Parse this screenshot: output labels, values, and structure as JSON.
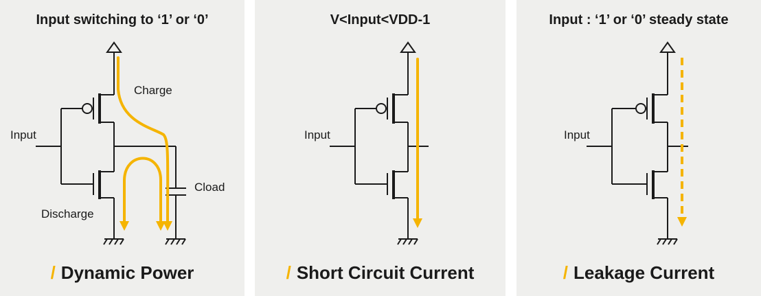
{
  "accent_color": "#f5b400",
  "wire_color": "#1a1a1a",
  "panels": [
    {
      "title": "Input switching to ‘1’ or ‘0’",
      "labels": {
        "input": "Input",
        "charge": "Charge",
        "discharge": "Discharge",
        "cload": "Cload"
      },
      "caption": "Dynamic Power"
    },
    {
      "title": "V<Input<VDD-1",
      "labels": {
        "input": "Input"
      },
      "caption": "Short Circuit Current"
    },
    {
      "title": "Input : ‘1’ or ‘0’ steady state",
      "labels": {
        "input": "Input"
      },
      "caption": "Leakage Current"
    }
  ],
  "slash_glyph": "/"
}
